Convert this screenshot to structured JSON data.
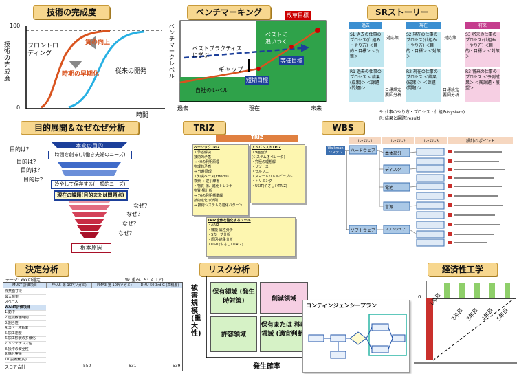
{
  "tech": {
    "title": "技術の完成度",
    "ylabel": "技術の完成度",
    "yticks": [
      "100",
      "0"
    ],
    "xlabel": "時間",
    "frontrunner": "フロントローディング",
    "quality": "質の向上",
    "early": "時期の早期化",
    "conventional": "従来の開発"
  },
  "bench": {
    "title": "ベンチマーキング",
    "ylabel": "ベンチマークレベル",
    "kaizen": "改革目標",
    "best": "ベストプラクティスに学ぶ",
    "approach": "ベストに追いつく",
    "gap": "ギャップ",
    "equal": "等価目標",
    "short": "短期目標",
    "own": "自社のレベル",
    "xticks": [
      "過去",
      "現在",
      "未来"
    ]
  },
  "sr": {
    "title": "SRストーリー",
    "col_past": "過去",
    "col_now": "現在",
    "col_future": "将来",
    "s1": "S1 過去の仕事の プロセス(仕組み ・やり方) ＜目的・目標＞ ＜対策＞",
    "s2": "S2 現在の仕事の プロセス(仕組み ・やり方) ＜目的・目標＞ ＜対策＞",
    "s3": "S3 将来の仕事の プロセス(仕組み ・やり方) ＜目的・目標＞ ＜対策＞",
    "r1": "R1 過去の仕事の プロセス ＜結果(成果)＞ ＜課題(問題)＞",
    "r2": "R2 現在の仕事の プロセス ＜結果(成果)＞ ＜課題(問題)＞",
    "r3": "R3 将来の仕事の プロセス ＜予測成果＞ ＜残課題・展望＞",
    "label_taiou": "対応策",
    "label_mokuhyou": "目標設定 要因分析",
    "note1": "S: 仕事のやり方・プロセス・仕組み(system)",
    "note2": "R: 結果と課題(result)"
  },
  "purpose": {
    "title": "目的展開＆なぜなぜ分析",
    "top": "本来の目的",
    "mokuteki": "目的は？",
    "naze": "なぜ？",
    "l1": "時間を創る(共働き夫婦のニーズ)",
    "l2": "冷やして保存する(一般的ニーズ)",
    "l3": "現在の課題(目的または問題点)",
    "root": "根本原因"
  },
  "triz": {
    "title": "TRIZ",
    "header": "TRIZ",
    "basic_items": [
      "ベーシックTRIZ",
      "・矛盾解決",
      "  技術的矛盾",
      "  ⇒ 40の発明原理",
      "  物理的矛盾",
      "  ⇒ 分離原理",
      "・知識ベース(Effects)",
      "  検索 ⇒ 逆引辞書",
      "・物質-場、進化トレンド",
      "  物質-場分析",
      "  ⇒ 76の発明標準解",
      "  技術進化の法則",
      "  ⇒ 技術システムの進化パターン"
    ],
    "adv_items": [
      "アドバンストTRIZ",
      "・9画面法",
      "  (システムオペレータ)",
      "・究極の理想解",
      "・リソース",
      "・セルフエ",
      "・スマートリトルピープル",
      "・トリミング",
      "・USIT(やさしいTRIZ)"
    ],
    "tools": [
      "TRIZ全体を強化するツール",
      "・ARIZ",
      "・機能-属性分析",
      "・Sカーブ分析",
      "・原因-結果分析",
      "・USIT(やさしいTRIZ)"
    ]
  },
  "wbs": {
    "title": "WBS",
    "headers": [
      "レベル1",
      "レベル2",
      "レベル3",
      "設計のポイント"
    ],
    "root": "Walkman システム",
    "l1": [
      "ハードウェア",
      "ソフトウェア"
    ],
    "l2": [
      "本体部分",
      "ディスク",
      "電池",
      "音源",
      "ソフトウェア"
    ]
  },
  "decision": {
    "title": "決定分析",
    "theme": "テーマ: xxxの選定",
    "weight_note": "W: 重み、S: スコア)",
    "columns": [
      "MUST 評価項目",
      "FMA5-第-10P(ソガミ)",
      "FMA3-第-10P(ソガミ)",
      "DMU 50 3rd G (高精度)"
    ],
    "rows": [
      "作業面寸法",
      "最大荷重",
      "スペース",
      "WANT評価項目",
      "1.動作",
      "2.連続稼働時間",
      "3.割当性",
      "4.スペース効率",
      "5.加工速度",
      "6.加工形状の多様化",
      "7.メンテナンス性",
      "8.操作の安全性",
      "9.購入実績",
      "10.設備費(円)"
    ],
    "total_label": "スコア合計",
    "totals": [
      "550",
      "631",
      "539"
    ]
  },
  "risk": {
    "title": "リスク分析",
    "ylabel": "被害規模(重大性)",
    "xlabel": "発生確率",
    "q1": "保有領域 (発生時対策)",
    "q2": "削減領域",
    "q3": "許容領域",
    "q4": "保有または 移転領域 (適宜判断)",
    "contingency": "コンティンジェンシープラン"
  },
  "econ": {
    "title": "経済性工学",
    "years": [
      "1年目",
      "2年目",
      "3年目",
      "4年目",
      "5年目"
    ],
    "zero": "0"
  }
}
